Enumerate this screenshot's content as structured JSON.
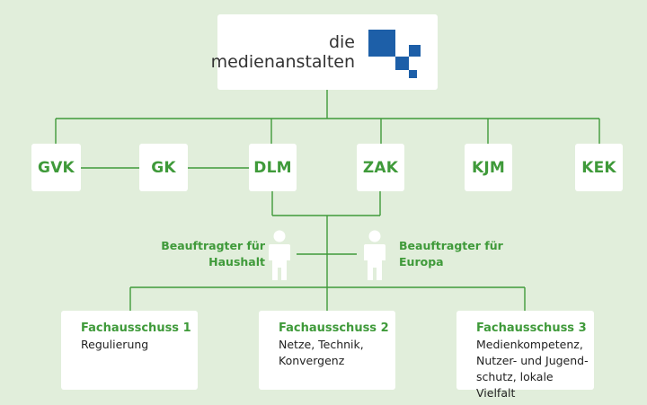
{
  "logo": {
    "line1": "die",
    "line2": "medienanstalten",
    "brand_color": "#1d5fa8"
  },
  "organizations": [
    {
      "id": "gvk",
      "label": "GVK"
    },
    {
      "id": "gk",
      "label": "GK"
    },
    {
      "id": "dlm",
      "label": "DLM"
    },
    {
      "id": "zak",
      "label": "ZAK"
    },
    {
      "id": "kjm",
      "label": "KJM"
    },
    {
      "id": "kek",
      "label": "KEK"
    }
  ],
  "commissioners": {
    "budget": "Beauftragter für\nHaushalt",
    "europe": "Beauftragter für\nEuropa"
  },
  "committees": [
    {
      "title": "Fachausschuss 1",
      "body": "Regulierung"
    },
    {
      "title": "Fachausschuss 2",
      "body": "Netze, Technik,\nKonvergenz"
    },
    {
      "title": "Fachausschuss 3",
      "body": "Medienkompetenz,\nNutzer- und Jugend-\nschutz, lokale Vielfalt"
    }
  ],
  "colors": {
    "background": "#e1eedb",
    "accent_green": "#3f9a3a",
    "line_green": "#3f9a3a",
    "person_fill": "#ffffff"
  },
  "icons": {
    "person_left": "person-icon",
    "person_right": "person-icon"
  }
}
